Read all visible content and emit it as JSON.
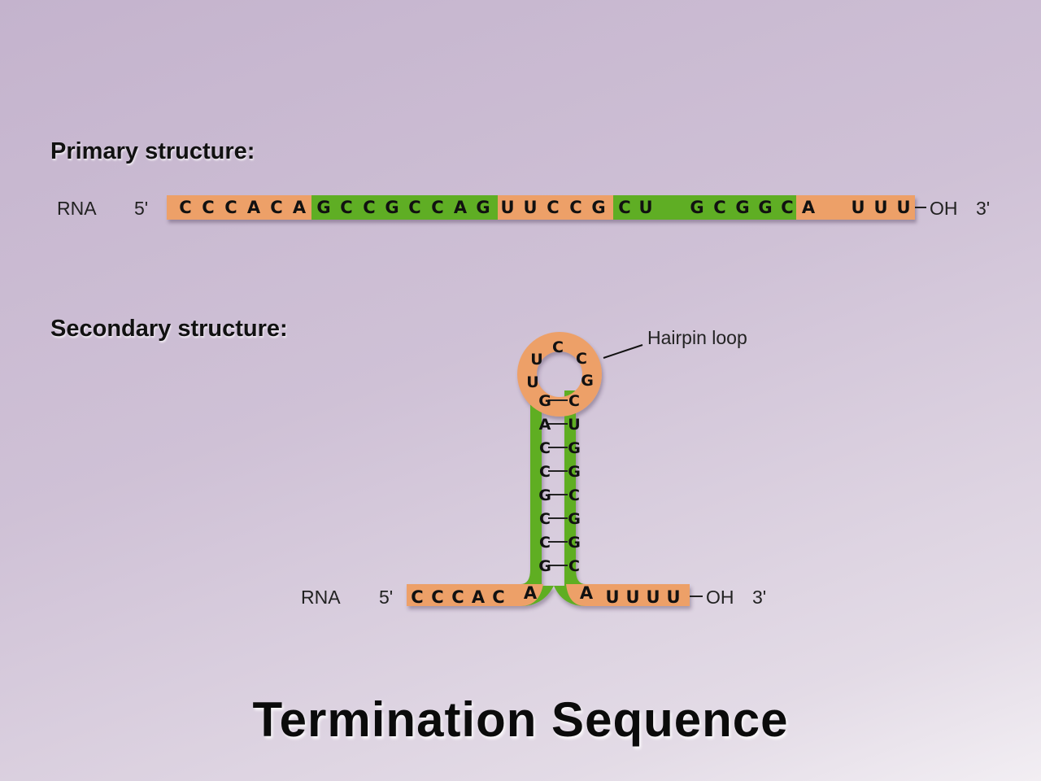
{
  "primary": {
    "heading": "Primary structure:",
    "rna_label": "RNA",
    "five_prime": "5'",
    "three_prime_oh": "OH",
    "three_prime": "3'",
    "bases": [
      "C",
      "C",
      "C",
      "A",
      "C",
      "A",
      "G",
      "C",
      "C",
      "G",
      "C",
      "C",
      "A",
      "G",
      "U",
      "U",
      "C",
      "C",
      "G",
      "C",
      "U",
      "G",
      "C",
      "G",
      "G",
      "C",
      "A",
      "U",
      "U",
      "U"
    ]
  },
  "secondary": {
    "heading": "Secondary structure:",
    "hairpin_label": "Hairpin loop",
    "rna_label": "RNA",
    "five_prime": "5'",
    "three_prime_oh": "OH",
    "three_prime": "3'",
    "left_tail": [
      "C",
      "C",
      "C",
      "A",
      "C",
      "A"
    ],
    "right_tail": [
      "A",
      "U",
      "U",
      "U",
      "U"
    ],
    "loop_bases": [
      "U",
      "U",
      "C",
      "C",
      "G"
    ],
    "stem_left": [
      "G",
      "A",
      "C",
      "C",
      "G",
      "C",
      "C",
      "G"
    ],
    "stem_right": [
      "C",
      "U",
      "G",
      "G",
      "C",
      "G",
      "G",
      "C"
    ]
  },
  "title": "Termination Sequence",
  "colors": {
    "orange": "#eda068",
    "green": "#5fae24",
    "background": "#cbbdd3"
  }
}
